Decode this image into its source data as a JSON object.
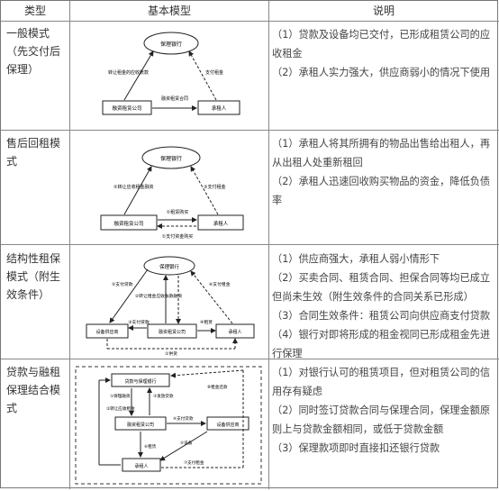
{
  "header": {
    "type": "类型",
    "model": "基本模型",
    "desc": "说明"
  },
  "rows": [
    {
      "type": "一般模式（先交付后保理）",
      "diagram": {
        "bank": "保理银行",
        "lessor": "融资租赁公司",
        "lessee": "承租人",
        "left_arrow": "转让租金的应收账款",
        "right_arrow": "支付租金",
        "bottom_arrow": "融资租赁合同"
      },
      "desc": [
        "（1）贷款及设备均已交付，已形成租赁公司的应收租金",
        "（2）承租人实力强大，供应商弱小的情况下使用"
      ]
    },
    {
      "type": "售后回租模式",
      "diagram": {
        "bank": "保理银行",
        "lessor": "融资租赁公司",
        "lessee": "承租人",
        "left_arrow": "②转让应收租金融资",
        "right_arrow": "③支付租金",
        "mid_arrow": "①租赁购买",
        "bottom_arrow": "①支付资金购买"
      },
      "desc": [
        "（1）承租人将其所拥有的物品出售给出租人，再从出租人处重新租回",
        "（2）承租人迅速回收购买物品的资金，降低负债率"
      ]
    },
    {
      "type": "结构性租保模式（附生效条件）",
      "diagram": {
        "bank": "保理银行",
        "supplier": "设备供应商",
        "lessor": "融资租赁公司",
        "lessee": "承租人",
        "a1": "⑤支付贷款",
        "a2": "②转让租金应收账款融资",
        "a3": "⑥支付租金",
        "a4": "③支付贷款",
        "a5": "④租赁",
        "a6": "①供货"
      },
      "desc": [
        "（1）供应商强大，承租人弱小情形下",
        "（2）买卖合同、租赁合同、担保合同等均已成立但尚未生效（附生效条件的合同关系已形成）",
        "（3）合同生效条件：租赁公司向供应商支付贷款",
        "（4）银行对即将形成的租金视同已形成租金先进行保理"
      ]
    },
    {
      "type": "贷款与融租保理结合模式",
      "diagram": {
        "bank": "贷款与保理银行",
        "lessor": "融资租赁公司",
        "supplier": "设备供应商",
        "lessee": "承租人",
        "a1": "①保理融资",
        "a2": "③发放贷款",
        "a3": "②转让应收租金",
        "a4": "④支付贷款",
        "a5": "⑤设备",
        "a6": "⑥租赁",
        "a7": "⑦支付租金",
        "a8": "⑧租金还款"
      },
      "desc": [
        "（1）对银行认可的租赁项目，但对租赁公司的信用存有疑虑",
        "（2）同时签订贷款合同与保理合同，保理金额原则上与贷款金额相同，或低于贷款金额",
        "（3）保理款项即时直接扣还银行贷款"
      ]
    }
  ]
}
